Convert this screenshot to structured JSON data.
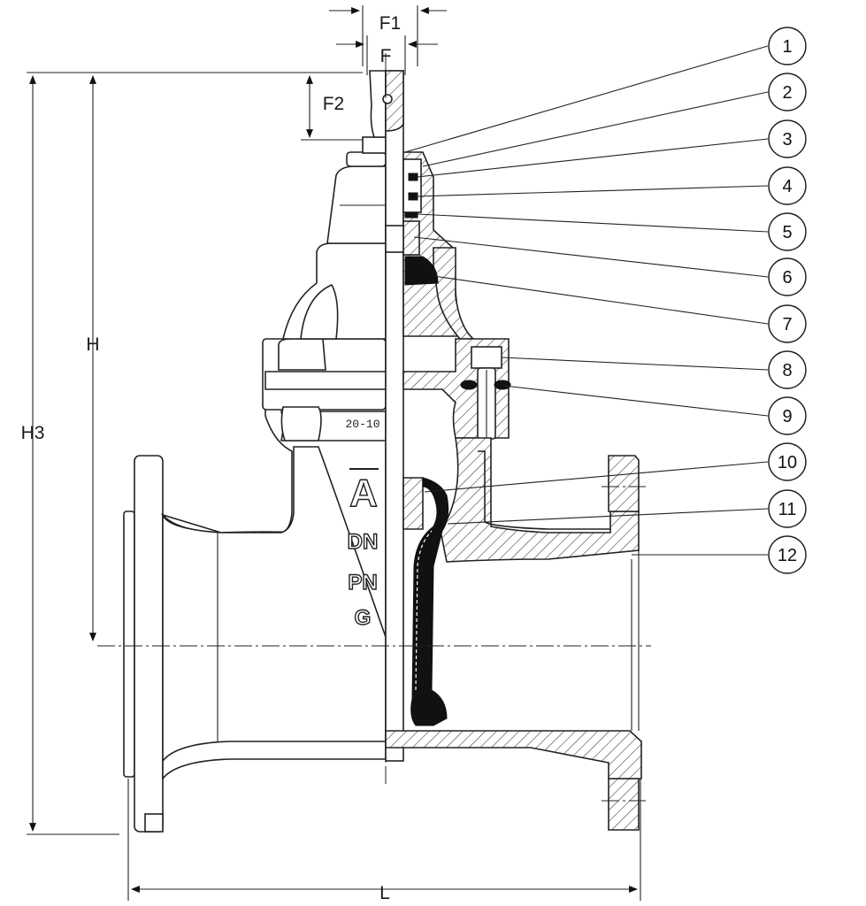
{
  "dimensions": {
    "F1": "F1",
    "F": "F",
    "F2": "F2",
    "H": "H",
    "H3": "H3",
    "L": "L"
  },
  "body_markings": {
    "pressure_code": "20-10",
    "logo": "A",
    "dn": "DN",
    "pn": "PN",
    "material": "G"
  },
  "callouts": [
    "1",
    "2",
    "3",
    "4",
    "5",
    "6",
    "7",
    "8",
    "9",
    "10",
    "11",
    "12"
  ]
}
